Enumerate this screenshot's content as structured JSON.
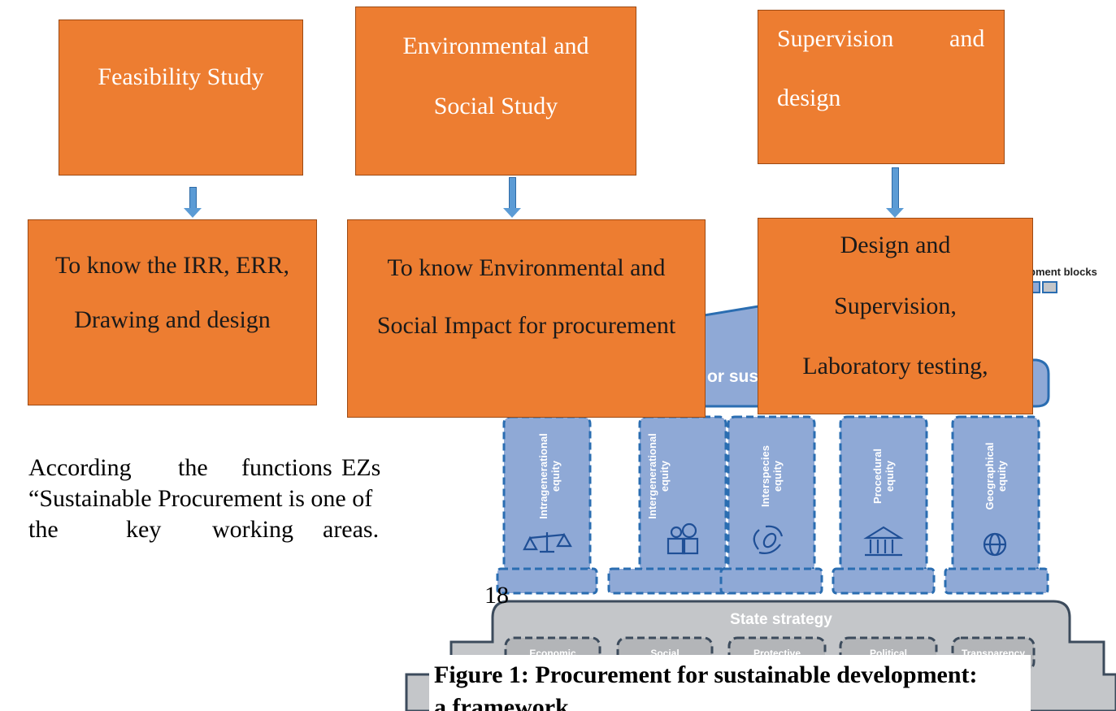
{
  "flow_boxes": [
    {
      "title": "Feasibility Study",
      "result_lines": [
        "To know the IRR, ERR,",
        "Drawing and design"
      ]
    },
    {
      "title_lines": [
        "Environmental and",
        "Social Study"
      ],
      "result_lines": [
        "To know Environmental and",
        "Social Impact for procurement"
      ]
    },
    {
      "title_lines": [
        "Supervision",
        "and",
        "design"
      ],
      "result_lines": [
        "Design and",
        "Supervision,",
        "Laboratory testing,"
      ]
    }
  ],
  "paragraph": {
    "line1": [
      "According",
      "the",
      "functions",
      "EZs"
    ],
    "line2": "“Sustainable Procurement is one of",
    "line3": [
      "the",
      "key",
      "working",
      "areas."
    ]
  },
  "page_number": "18",
  "framework": {
    "legend_text": "pment blocks",
    "roof_text": "or sus",
    "pillars": [
      "Intragenerational\nequity",
      "Intergenerational\nequity",
      "Interspecies\nequity",
      "Procedural\nequity",
      "Geographical\nequity"
    ],
    "base_title": "State strategy",
    "base_items": [
      "Economic",
      "Social",
      "Protective",
      "Political",
      "Transparency"
    ]
  },
  "caption": {
    "line1": "Figure 1: Procurement for sustainable development:",
    "line2": "a framework"
  },
  "colors": {
    "orange": "#ed7d31",
    "arrow_blue": "#5b9bd5",
    "pillar_blue": "#8fa9d6",
    "frame_blue": "#2a6db1",
    "base_grey": "#c4c6c9"
  }
}
